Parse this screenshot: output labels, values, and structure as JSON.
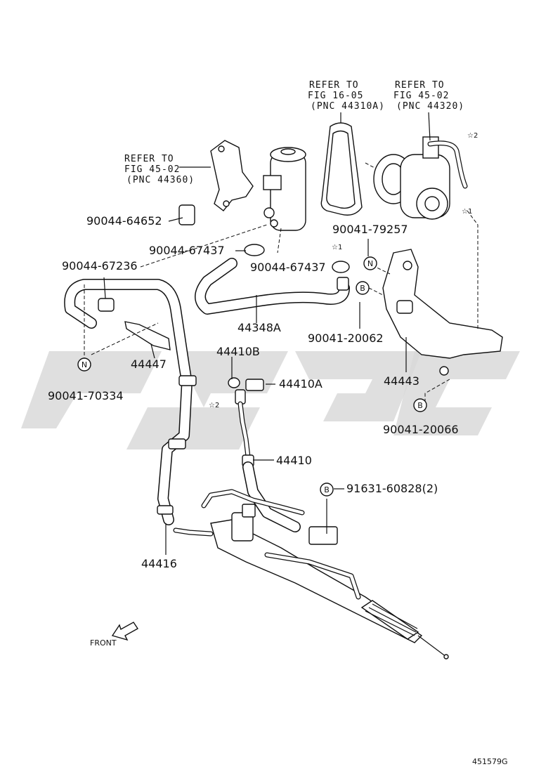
{
  "references": [
    {
      "line1": "REFER TO",
      "line2": "FIG 16-05",
      "line3": "(PNC 44310A)"
    },
    {
      "line1": "REFER TO",
      "line2": "FIG 45-02",
      "line3": "(PNC 44320)"
    },
    {
      "line1": "REFER TO",
      "line2": "FIG 45-02",
      "line3": "(PNC 44360)"
    }
  ],
  "part_labels": {
    "p1": "90044-64652",
    "p2": "90044-67437",
    "p3": "90044-67437",
    "p4": "90044-67236",
    "p5": "90041-79257",
    "p6": "44348A",
    "p7": "90041-20062",
    "p8": "44447",
    "p9": "44410B",
    "p10": "44410A",
    "p11": "44443",
    "p12": "90041-70334",
    "p13": "90041-20066",
    "p14": "44410",
    "p15": "91631-60828(2)",
    "p16": "44416"
  },
  "callouts": {
    "n": "N",
    "b": "B"
  },
  "stars": {
    "s1": "☆1",
    "s2": "☆2"
  },
  "front_label": "FRONT",
  "diagram_id": "451579G"
}
